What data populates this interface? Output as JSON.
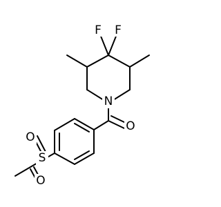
{
  "atoms": {
    "F1": {
      "symbol": "F",
      "color": "#000000"
    },
    "F2": {
      "symbol": "F",
      "color": "#000000"
    },
    "N": {
      "symbol": "N",
      "color": "#000000"
    },
    "O_carbonyl": {
      "symbol": "O",
      "color": "#000000"
    },
    "S": {
      "symbol": "S",
      "color": "#000000"
    },
    "O_sulfonyl_top": {
      "symbol": "O",
      "color": "#000000"
    },
    "O_sulfonyl_bottom": {
      "symbol": "O",
      "color": "#000000"
    }
  },
  "bond_color": "#000000"
}
